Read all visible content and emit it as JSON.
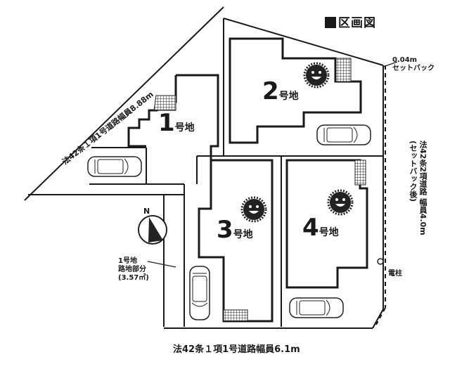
{
  "title": "区画図",
  "lots": [
    {
      "number": "1",
      "suffix": "号地"
    },
    {
      "number": "2",
      "suffix": "号地"
    },
    {
      "number": "3",
      "suffix": "号地"
    },
    {
      "number": "4",
      "suffix": "号地"
    }
  ],
  "roads": {
    "bottom": "法42条１項1号道路幅員6.1m",
    "diagonal": "法42条１項1号道路幅員8.88m",
    "right_line1": "法42条2項道路 幅員4.0m",
    "right_line2": "(セットバック後)"
  },
  "setback": {
    "distance": "0.04m",
    "label": "セットバック"
  },
  "access_path": {
    "line1": "1号地",
    "line2": "路地部分",
    "line3": "(3.57㎡)"
  },
  "utility_pole": {
    "symbol": "○",
    "label": "電柱"
  },
  "compass": {
    "label": "N"
  },
  "colors": {
    "line": "#1a1a1a",
    "background": "#ffffff"
  }
}
